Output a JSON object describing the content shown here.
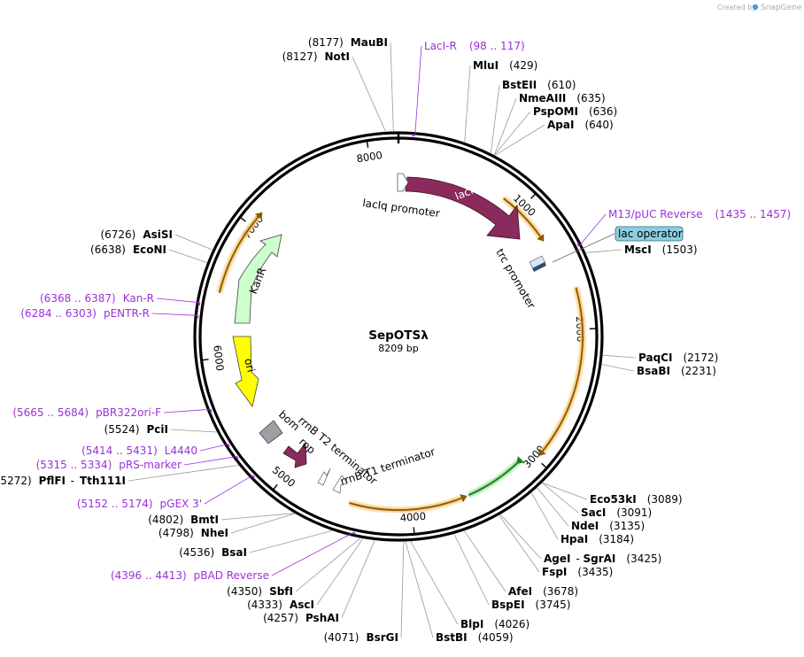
{
  "plasmid": {
    "name": "SepOTSλ",
    "length": "8209 bp",
    "bp": 8209
  },
  "credit": {
    "created_by": "Created by",
    "brand": "SnapGene"
  },
  "ticks": [
    {
      "label": "1000",
      "bp": 1000
    },
    {
      "label": "2000",
      "bp": 2000
    },
    {
      "label": "3000",
      "bp": 3000
    },
    {
      "label": "4000",
      "bp": 4000
    },
    {
      "label": "5000",
      "bp": 5000
    },
    {
      "label": "6000",
      "bp": 6000
    },
    {
      "label": "7000",
      "bp": 7000
    },
    {
      "label": "8000",
      "bp": 8000
    }
  ],
  "enzymes": [
    {
      "name": "MauBI",
      "pos": "(8177)",
      "bp": 8177
    },
    {
      "name": "NotI",
      "pos": "(8127)",
      "bp": 8127
    },
    {
      "name": "MluI",
      "pos": "(429)",
      "bp": 429
    },
    {
      "name": "BstEII",
      "pos": "(610)",
      "bp": 610
    },
    {
      "name": "NmeAIII",
      "pos": "(635)",
      "bp": 635
    },
    {
      "name": "PspOMI",
      "pos": "(636)",
      "bp": 636
    },
    {
      "name": "ApaI",
      "pos": "(640)",
      "bp": 640
    },
    {
      "name": "MscI",
      "pos": "(1503)",
      "bp": 1503
    },
    {
      "name": "PaqCI",
      "pos": "(2172)",
      "bp": 2172
    },
    {
      "name": "BsaBI",
      "pos": "(2231)",
      "bp": 2231
    },
    {
      "name": "Eco53kI",
      "pos": "(3089)",
      "bp": 3089
    },
    {
      "name": "SacI",
      "pos": "(3091)",
      "bp": 3091
    },
    {
      "name": "NdeI",
      "pos": "(3135)",
      "bp": 3135
    },
    {
      "name": "HpaI",
      "pos": "(3184)",
      "bp": 3184
    },
    {
      "name": "AgeI",
      "name2": "SgrAI",
      "pos": "(3425)",
      "bp": 3425
    },
    {
      "name": "FspI",
      "pos": "(3435)",
      "bp": 3435
    },
    {
      "name": "AfeI",
      "pos": "(3678)",
      "bp": 3678
    },
    {
      "name": "BspEI",
      "pos": "(3745)",
      "bp": 3745
    },
    {
      "name": "BlpI",
      "pos": "(4026)",
      "bp": 4026
    },
    {
      "name": "BstBI",
      "pos": "(4059)",
      "bp": 4059
    },
    {
      "name": "BsrGI",
      "pos": "(4071)",
      "bp": 4071
    },
    {
      "name": "PshAI",
      "pos": "(4257)",
      "bp": 4257
    },
    {
      "name": "AscI",
      "pos": "(4333)",
      "bp": 4333
    },
    {
      "name": "SbfI",
      "pos": "(4350)",
      "bp": 4350
    },
    {
      "name": "BsaI",
      "pos": "(4536)",
      "bp": 4536
    },
    {
      "name": "NheI",
      "pos": "(4798)",
      "bp": 4798
    },
    {
      "name": "BmtI",
      "pos": "(4802)",
      "bp": 4802
    },
    {
      "name": "PflFI",
      "name2": "Tth111I",
      "pos": "(5272)",
      "bp": 5272
    },
    {
      "name": "PciI",
      "pos": "(5524)",
      "bp": 5524
    },
    {
      "name": "EcoNI",
      "pos": "(6638)",
      "bp": 6638
    },
    {
      "name": "AsiSI",
      "pos": "(6726)",
      "bp": 6726
    }
  ],
  "primers": [
    {
      "name": "LacI-R",
      "range": "(98 .. 117)",
      "bp": 107
    },
    {
      "name": "M13/pUC Reverse",
      "range": "(1435 .. 1457)",
      "bp": 1446
    },
    {
      "name": "pBAD Reverse",
      "range": "(4396 .. 4413)",
      "bp": 4404
    },
    {
      "name": "pGEX 3'",
      "range": "(5152 .. 5174)",
      "bp": 5163
    },
    {
      "name": "pRS-marker",
      "range": "(5315 .. 5334)",
      "bp": 5324
    },
    {
      "name": "L4440",
      "range": "(5414 .. 5431)",
      "bp": 5422
    },
    {
      "name": "pBR322ori-F",
      "range": "(5665 .. 5684)",
      "bp": 5674
    },
    {
      "name": "pENTR-R",
      "range": "(6284 .. 6303)",
      "bp": 6293
    },
    {
      "name": "Kan-R",
      "range": "(6368 .. 6387)",
      "bp": 6377
    }
  ],
  "features": {
    "lacIq": "lacIq promoter",
    "lacI": "lacI",
    "trc": "trc promoter",
    "lac_operator": "lac operator",
    "rrnB_T2": "rrnB T2 terminator",
    "rrnB_T1": "rrnB T1 terminator",
    "rop": "rop",
    "bom": "bom",
    "ori": "ori",
    "KanR": "KanR"
  },
  "colors": {
    "lacI": "#8b2a5c",
    "rop": "#8b2a5c",
    "KanR": "#ccffcc",
    "ori": "#ffff00",
    "bom": "#9aa0a6",
    "orf_orange": "#f7c87a",
    "orf_green": "#9be39b",
    "primer": "#9b30d9",
    "lac_operator": "#8ccfe0"
  }
}
